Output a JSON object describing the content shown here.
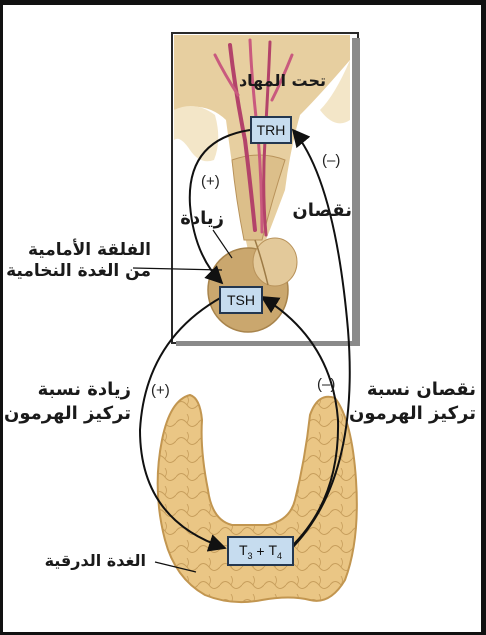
{
  "labels": {
    "hypothalamus": "تحت المهاد",
    "increase_top": "زيادة",
    "decrease_top": "نقصان",
    "anterior_pituitary_line1": "الفلقة الأمامية",
    "anterior_pituitary_line2": "من الغدة النخامية",
    "increase_conc_line1": "زيادة نسبة",
    "increase_conc_line2": "تركيز الهرمون",
    "decrease_conc_line1": "نقصان نسبة",
    "decrease_conc_line2": "تركيز الهرمون",
    "thyroid": "الغدة الدرقية"
  },
  "hormones": {
    "trh": "TRH",
    "tsh": "TSH",
    "t3": "T",
    "t3_sub": "3",
    "plus": " + ",
    "t4": "T",
    "t4_sub": "4"
  },
  "signs": {
    "plus_top": "(+)",
    "minus_top": "(–)",
    "plus_bottom": "(+)",
    "minus_bottom": "(–)"
  },
  "colors": {
    "tissue": "#e7cfa0",
    "tissue_dark": "#b8925a",
    "pituitary": "#caa76e",
    "vessel": "#b3436a",
    "thyroid": "#eac685",
    "box_fill": "#c6dcef"
  }
}
